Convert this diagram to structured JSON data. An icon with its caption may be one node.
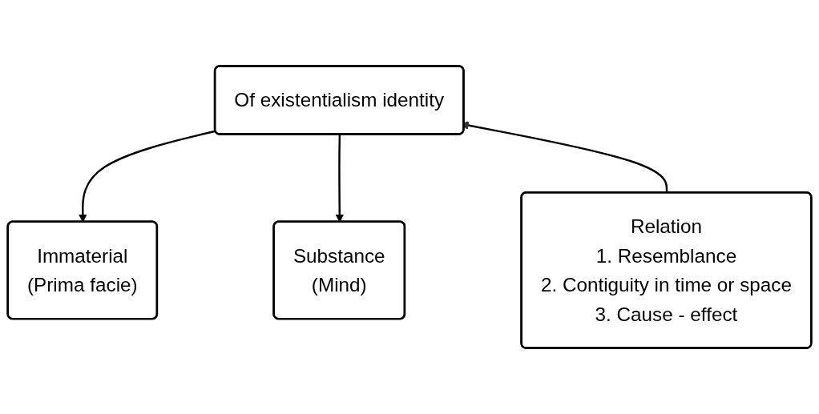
{
  "diagram": {
    "nodes": [
      {
        "text": [
          "Of existentialism identity"
        ]
      },
      {
        "text": [
          "Immaterial",
          "(Prima facie)"
        ]
      },
      {
        "text": [
          "Substance",
          "(Mind)"
        ]
      },
      {
        "text": [
          "Relation",
          "1. Resemblance",
          "2. Contiguity in time or space",
          "3. Cause - effect"
        ]
      }
    ],
    "edges": [
      {
        "from": 0,
        "to": 1,
        "arrow": "to"
      },
      {
        "from": 0,
        "to": 2,
        "arrow": "to"
      },
      {
        "from": 3,
        "to": 0,
        "arrow": "to"
      }
    ]
  }
}
